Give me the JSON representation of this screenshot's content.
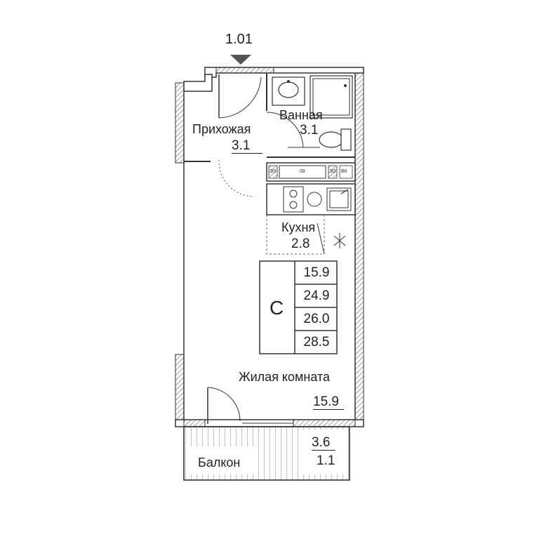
{
  "apartment": {
    "number": "1.01",
    "type_letter": "C",
    "areas": [
      "15.9",
      "24.9",
      "26.0",
      "28.5"
    ]
  },
  "rooms": {
    "hallway": {
      "name": "Прихожая",
      "area": "3.1"
    },
    "bathroom": {
      "name": "Ванная",
      "area": "3.1"
    },
    "kitchen": {
      "name": "Кухня",
      "area": "2.8"
    },
    "living": {
      "name": "Жилая комната",
      "area": "15.9"
    },
    "balcony": {
      "name": "Балкон",
      "area_full": "3.6",
      "area_reduced": "1.1"
    }
  },
  "fixtures": {
    "boiler_label": "08",
    "left_small_label": "ЭЗ",
    "right_small_label_1": "ЭЗ",
    "right_small_label_2": "ВК"
  }
}
